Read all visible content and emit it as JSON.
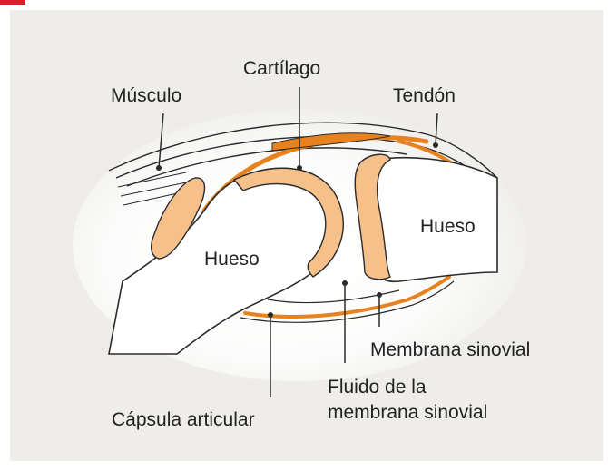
{
  "labels": {
    "musculo": "Músculo",
    "cartilago": "Cartílago",
    "tendon": "Tendón",
    "hueso_left": "Hueso",
    "hueso_right": "Hueso",
    "membrana_sinovial": "Membrana sinovial",
    "fluido_line1": "Fluido de la",
    "fluido_line2": "membrana sinovial",
    "capsula_articular": "Cápsula articular"
  },
  "colors": {
    "accent": "#d81e2c",
    "panel_background": "#eeedea",
    "bone": "#ffffff",
    "cartilage_fill": "#f5c08a",
    "cartilage_stroke": "#2b2b2b",
    "capsule": "#e8821e",
    "leader": "#2b2b2b"
  }
}
